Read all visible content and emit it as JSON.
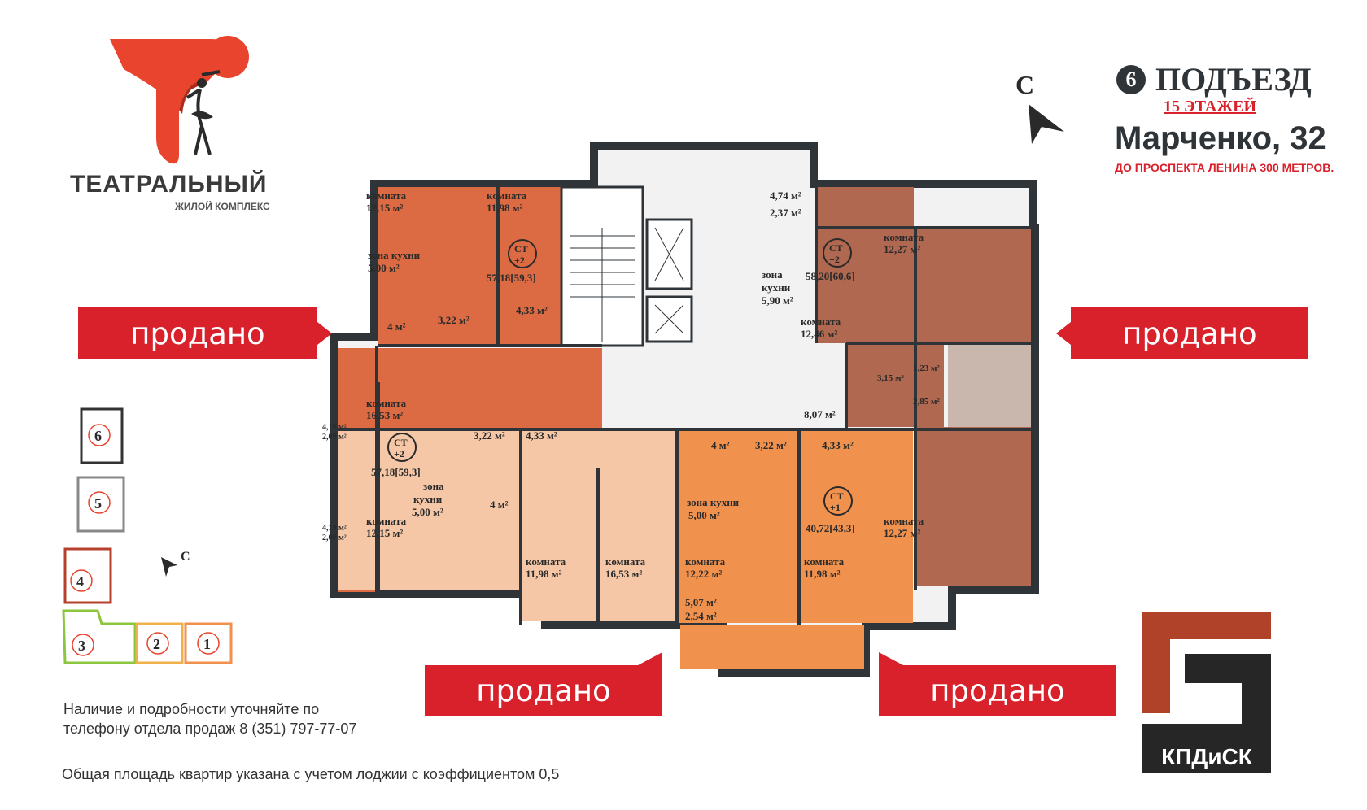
{
  "brand": {
    "name": "ТЕАТРАЛЬНЫЙ",
    "subtitle": "ЖИЛОЙ КОМПЛЕКС"
  },
  "header": {
    "entrance_number": "6",
    "entrance_label": "ПОДЪЕЗД",
    "floors": "15 ЭТАЖЕЙ",
    "address": "Марченко, 32",
    "distance": "ДО ПРОСПЕКТА ЛЕНИНА 300 МЕТРОВ."
  },
  "compass": {
    "north_label": "С"
  },
  "sold_label": "продано",
  "mini_map": {
    "north_label": "С",
    "entrances": [
      "6",
      "5",
      "4",
      "3",
      "2",
      "1"
    ]
  },
  "footer": {
    "contact_line1": "Наличие и подробности уточняйте по",
    "contact_line2": "телефону отдела продаж 8 (351) 797-77-07",
    "note": "Общая площадь квартир указана с учетом лоджии с коэффициентом 0,5"
  },
  "developer_logo": {
    "text": "КПДиСК"
  },
  "colors": {
    "apt_top_left": "#dc6a42",
    "apt_top_right": "#b06850",
    "apt_bottom_left": "#f6c7a7",
    "apt_bottom_right": "#f0924e",
    "sold_red": "#d8212a",
    "brand_red": "#e8442e",
    "wall": "#2f3438"
  },
  "apartments": {
    "tl": {
      "badge_type": "СТ",
      "badge_rooms": "+2",
      "area": "57,18[59,3]",
      "room1_label": "комната",
      "room1_area": "12,15 м²",
      "room2_label": "комната",
      "room2_area": "11,98 м²",
      "room3_label": "комната",
      "room3_area": "16,53 м²",
      "kitchen_label": "зона кухни",
      "kitchen_area": "5,00 м²",
      "bath": "4 м²",
      "hall": "3,22 м²",
      "hall2": "4,33 м²",
      "loggia1": "4,19 м²",
      "loggia2": "2,09 м²"
    },
    "tr": {
      "badge_type": "СТ",
      "badge_rooms": "+2",
      "area": "58,20[60,6]",
      "loggia1": "4,74 м²",
      "loggia2": "2,37 м²",
      "kitchen_label1": "зона",
      "kitchen_label2": "кухни",
      "kitchen_area": "5,90 м²",
      "room1_label": "комната",
      "room1_area": "12,27 м²",
      "room2_label": "комната",
      "room2_area": "12,46 м²",
      "room3_label": "комната",
      "room3_area": "12,27 м²",
      "hall": "8,07 м²",
      "wc": "1,23 м²",
      "bath": "2,85 м²",
      "corr": "3,15 м²"
    },
    "bl": {
      "badge_type": "СТ",
      "badge_rooms": "+2",
      "area": "57,18[59,3]",
      "hall": "3,22 м²",
      "hall2": "4,33 м²",
      "kitchen_label1": "зона",
      "kitchen_label2": "кухни",
      "kitchen_area": "5,00 м²",
      "bath": "4 м²",
      "room1_label": "комната",
      "room1_area": "12,15 м²",
      "room2_label": "комната",
      "room2_area": "11,98 м²",
      "room3_label": "комната",
      "room3_area": "16,53 м²",
      "loggia1": "4,19 м²",
      "loggia2": "2,09 м²"
    },
    "br": {
      "badge_type": "СТ",
      "badge_rooms": "+1",
      "area": "40,72[43,3]",
      "bath": "4 м²",
      "hall": "3,22 м²",
      "hall2": "4,33 м²",
      "kitchen_label": "зона кухни",
      "kitchen_area": "5,00 м²",
      "room1_label": "комната",
      "room1_area": "12,22 м²",
      "room2_label": "комната",
      "room2_area": "11,98 м²",
      "loggia1": "5,07 м²",
      "loggia2": "2,54 м²"
    }
  }
}
